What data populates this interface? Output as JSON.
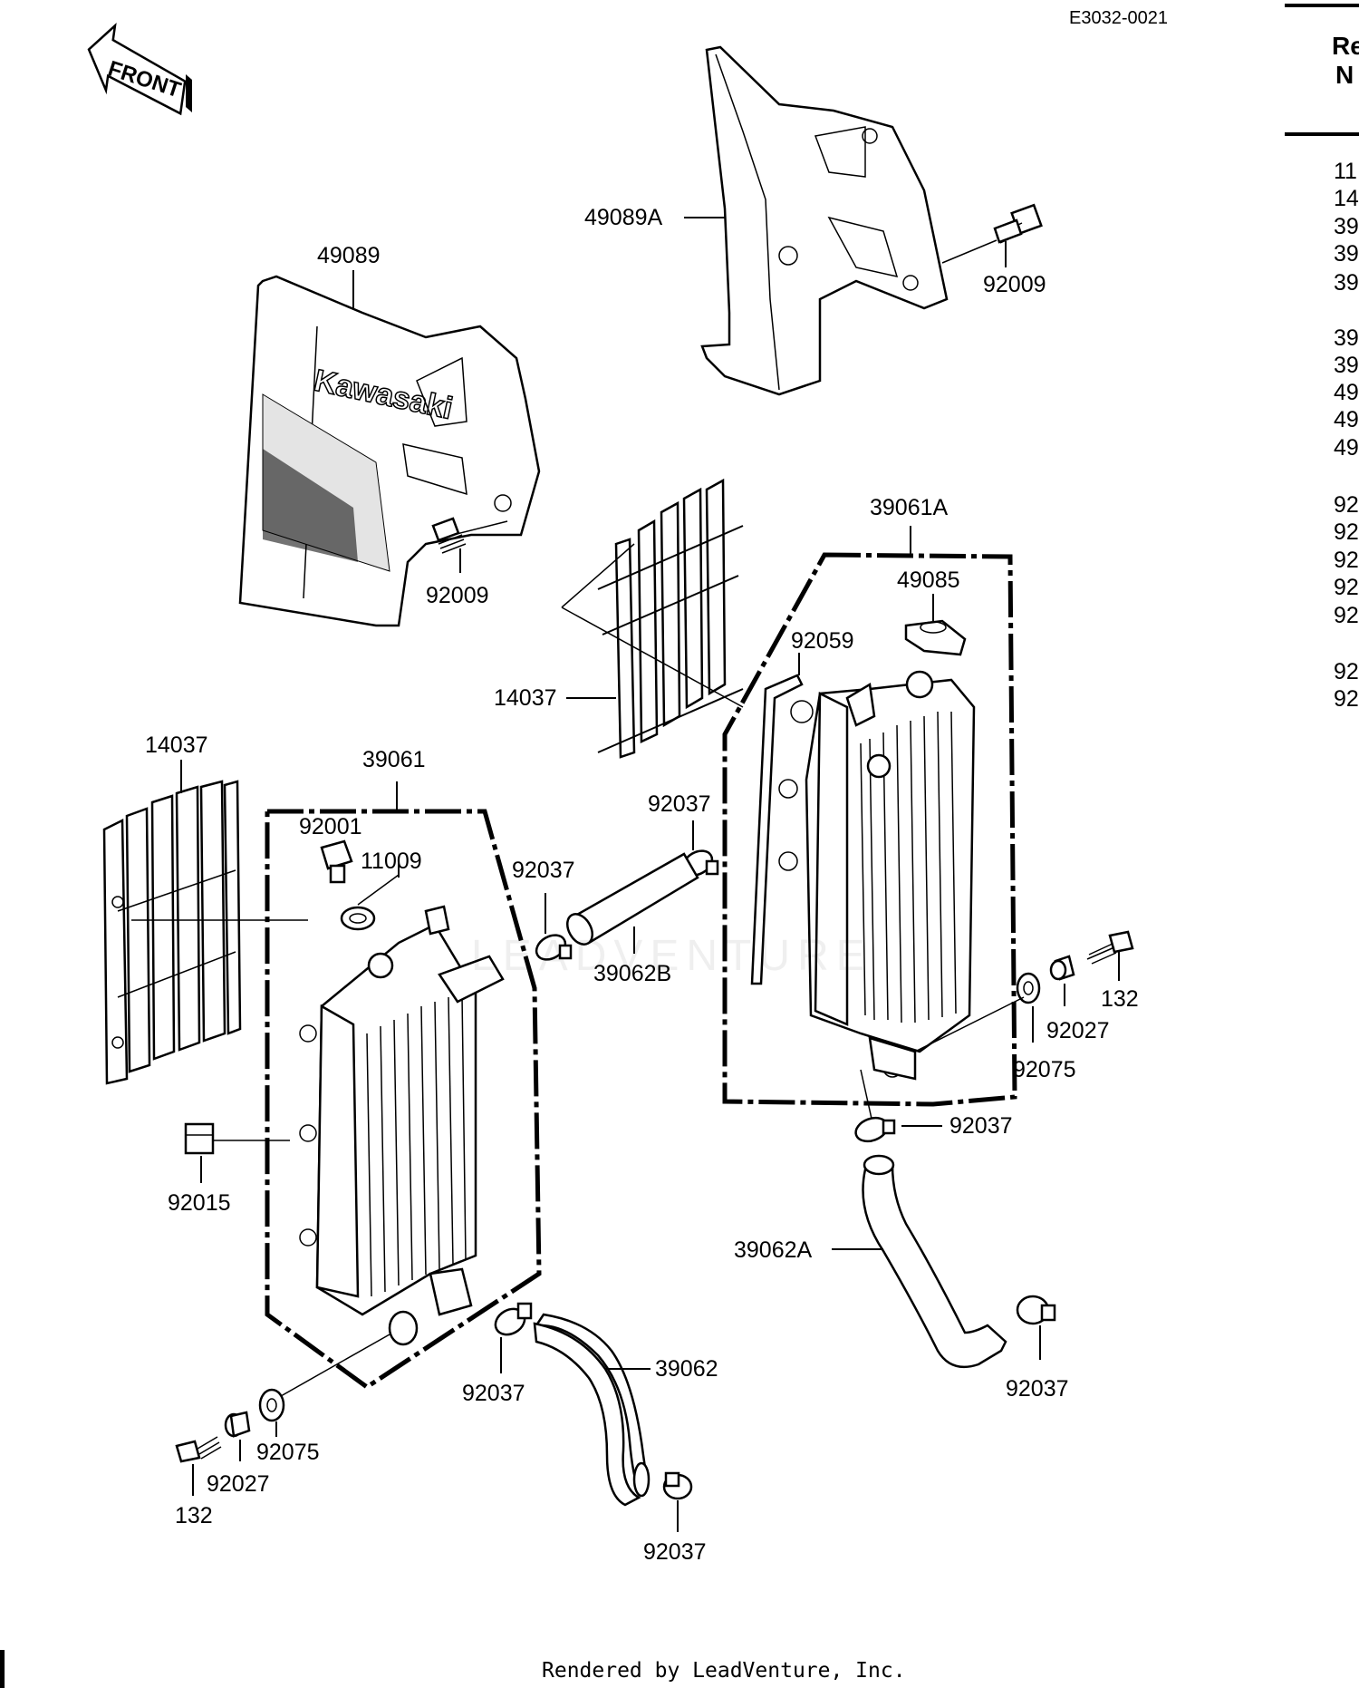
{
  "diagram_code": "E3032-0021",
  "front_arrow_label": "FRONT",
  "brand_text": "Kawasaki",
  "watermark": "LEADVENTURE",
  "footer": "Rendered by LeadVenture, Inc.",
  "side_panel": {
    "header_line1": "Re",
    "header_line2": "N",
    "rows": [
      "11",
      "14",
      "39",
      "39",
      "39",
      "39",
      "39",
      "49",
      "49",
      "49",
      "92",
      "92",
      "92",
      "92",
      "92",
      "92",
      "92"
    ]
  },
  "labels": {
    "p49089A": "49089A",
    "p92009_top": "92009",
    "p49089": "49089",
    "p92009_left": "92009",
    "p39061A": "39061A",
    "p49085": "49085",
    "p92059": "92059",
    "p14037_center": "14037",
    "p14037_left": "14037",
    "p39061": "39061",
    "p92001": "92001",
    "p11009": "11009",
    "p92037_center": "92037",
    "p92037_mid": "92037",
    "p39062B": "39062B",
    "p132_right": "132",
    "p92027_right": "92027",
    "p92075_right": "92075",
    "p92037_right": "92037",
    "p92015": "92015",
    "p39062A": "39062A",
    "p92037_far_right": "92037",
    "p39062": "39062",
    "p92037_bottom_mid": "92037",
    "p92075_left": "92075",
    "p92027_left": "92027",
    "p132_left": "132",
    "p92037_bottom": "92037"
  }
}
